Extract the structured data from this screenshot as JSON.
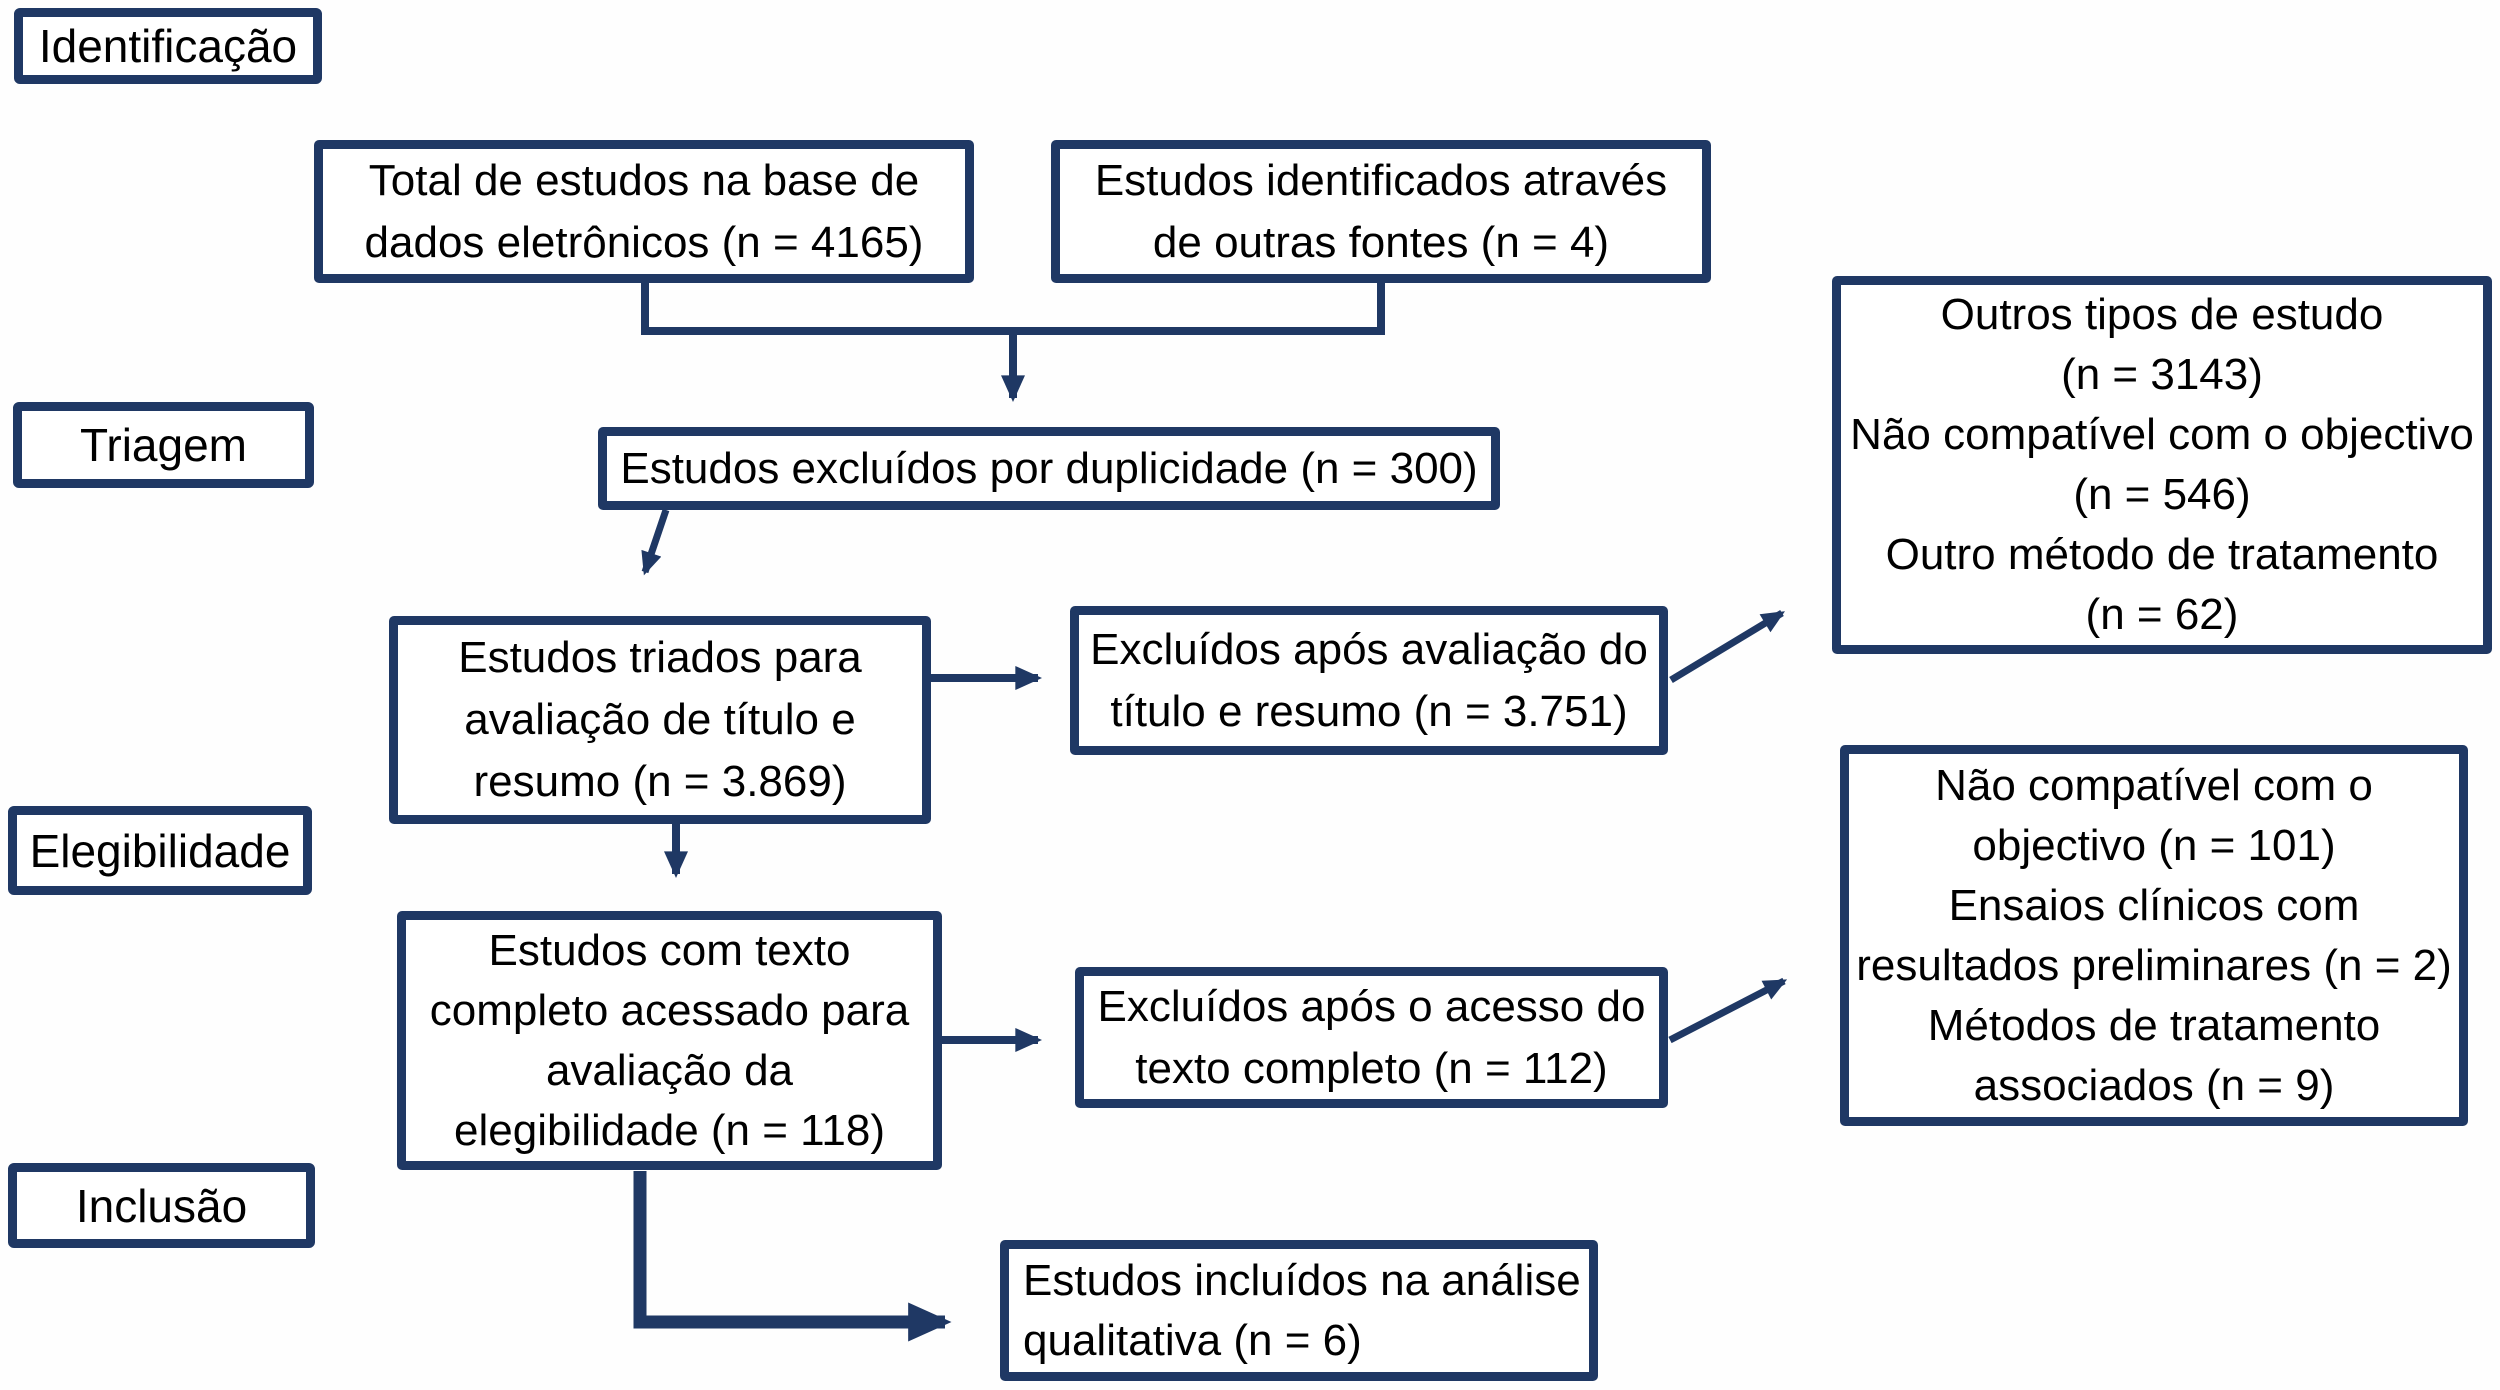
{
  "diagram": {
    "type": "prisma-flowchart",
    "language": "pt",
    "colors": {
      "line": "#1F3864",
      "text": "#000000",
      "background": "#FEFEFE",
      "box_fill": "#FFFFFF"
    },
    "stages": [
      {
        "label": "Identificação"
      },
      {
        "label": "Triagem"
      },
      {
        "label": "Elegibilidade"
      },
      {
        "label": "Inclusão"
      }
    ],
    "boxes": {
      "database": "Total de estudos na base de\ndados eletrônicos (n = 4165)",
      "other_sources": "Estudos identificados através\nde outras fontes (n = 4)",
      "duplicates": "Estudos excluídos por duplicidade (n = 300)",
      "screened": "Estudos triados para\navaliação de título e\nresumo (n = 3.869)",
      "excluded_title_abstract": "Excluídos após avaliação do\ntítulo e resumo (n = 3.751)",
      "reasons_title_abstract": "Outros tipos de estudo\n(n = 3143)\nNão compatível com o objectivo\n(n = 546)\nOutro método de tratamento\n(n = 62)",
      "full_text": "Estudos com texto\ncompleto acessado para\navaliação da\nelegibilidade (n = 118)",
      "excluded_full_text": "Excluídos após o acesso do\ntexto completo (n = 112)",
      "reasons_full_text": "Não compatível com o\nobjectivo (n = 101)\nEnsaios clínicos com\nresultados preliminares (n = 2)\nMétodos de tratamento\nassociados (n = 9)",
      "included": "Estudos incluídos na análise\nqualitativa (n = 6)"
    },
    "counts": {
      "database": 4165,
      "other_sources": 4,
      "duplicates": 300,
      "screened": 3869,
      "excluded_title_abstract": 3751,
      "reason_other_study_types": 3143,
      "reason_not_compatible_objective": 546,
      "reason_other_treatment_method": 62,
      "full_text": 118,
      "excluded_full_text": 112,
      "reason_not_compatible_objective_2": 101,
      "reason_preliminary_results": 2,
      "reason_associated_treatments": 9,
      "included": 6
    }
  }
}
